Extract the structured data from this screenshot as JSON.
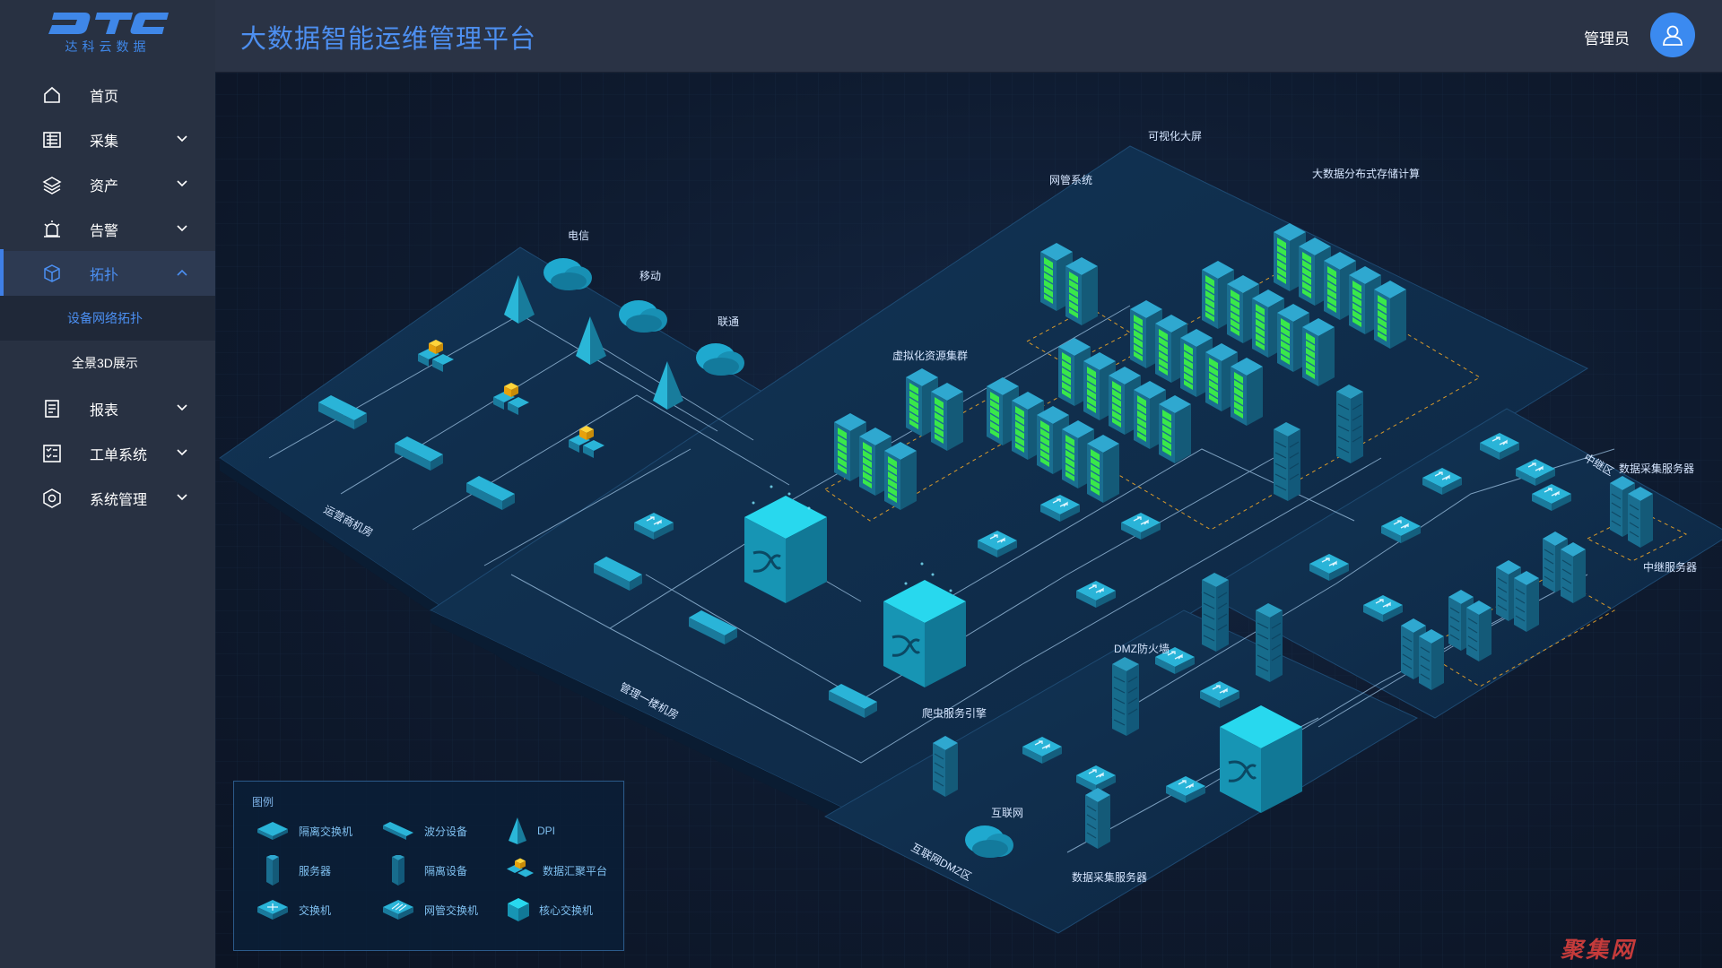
{
  "brand": {
    "logo_text": "DTC",
    "sub": "达科云数据"
  },
  "header": {
    "title": "大数据智能运维管理平台",
    "user": "管理员"
  },
  "sidebar": {
    "items": [
      {
        "label": "首页",
        "icon": "home-icon",
        "expandable": false
      },
      {
        "label": "采集",
        "icon": "collect-icon",
        "expandable": true
      },
      {
        "label": "资产",
        "icon": "layers-icon",
        "expandable": true
      },
      {
        "label": "告警",
        "icon": "alarm-icon",
        "expandable": true
      },
      {
        "label": "拓扑",
        "icon": "cube-icon",
        "expandable": true,
        "expanded": true,
        "active": true
      },
      {
        "label": "报表",
        "icon": "report-icon",
        "expandable": true
      },
      {
        "label": "工单系统",
        "icon": "workorder-icon",
        "expandable": true
      },
      {
        "label": "系统管理",
        "icon": "settings-icon",
        "expandable": true
      }
    ],
    "subitems": [
      {
        "label": "设备网络拓扑",
        "selected": true
      },
      {
        "label": "全景3D展示",
        "selected": false
      }
    ]
  },
  "topology": {
    "labels": {
      "telecom": "电信",
      "mobile": "移动",
      "unicom": "联通",
      "carrier_room": "运营商机房",
      "mgmt_room": "管理一楼机房",
      "dmz_zone": "互联网DMZ区",
      "visual_screen": "可视化大屏",
      "nms": "网管系统",
      "bigdata_storage": "大数据分布式存储计算",
      "virtual_cluster": "虚拟化资源集群",
      "crawler_engine": "爬虫服务引擎",
      "dmz_firewall": "DMZ防火墙",
      "internet": "互联网",
      "data_collect_server": "数据采集服务器",
      "relay_zone": "中继区",
      "data_collect_server_2": "数据采集服务器",
      "relay_server": "中继服务器"
    }
  },
  "legend": {
    "title": "图例",
    "items": [
      {
        "label": "隔离交换机",
        "icon": "isolation-switch-icon"
      },
      {
        "label": "波分设备",
        "icon": "wdm-device-icon"
      },
      {
        "label": "DPI",
        "icon": "dpi-icon"
      },
      {
        "label": "服务器",
        "icon": "server-icon"
      },
      {
        "label": "隔离设备",
        "icon": "isolation-device-icon"
      },
      {
        "label": "数据汇聚平台",
        "icon": "data-aggregation-icon"
      },
      {
        "label": "交换机",
        "icon": "switch-icon"
      },
      {
        "label": "网管交换机",
        "icon": "managed-switch-icon"
      },
      {
        "label": "核心交换机",
        "icon": "core-switch-icon"
      }
    ]
  },
  "watermark": "聚集网",
  "colors": {
    "accent": "#3f87e8",
    "sidebar_bg": "#283142",
    "header_bg": "#2a3345",
    "canvas_bg": "#0e1a2e",
    "device_cyan": "#1ab8d6",
    "rack_green": "#39e84a",
    "data_node_yellow": "#ffc21a"
  }
}
